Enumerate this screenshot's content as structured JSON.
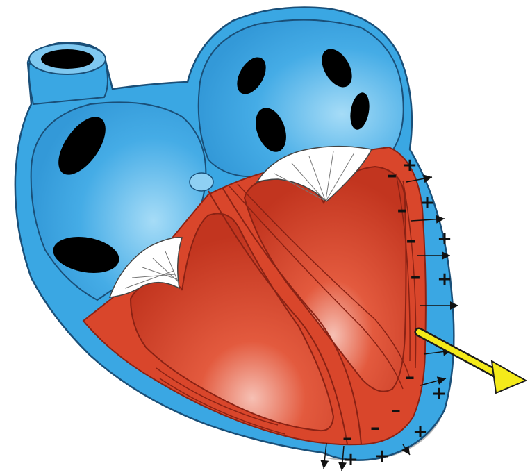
{
  "colors": {
    "atria": "#3aa7e3",
    "atria_light": "#7fc8f0",
    "atria_outline": "#1a4f78",
    "myocardium": "#d9462b",
    "myocardium_dark": "#a9291a",
    "chamber_highlight": "#f3b2a7",
    "valve": "#ffffff",
    "vector_arrow": "#f4ea1a",
    "sign": "#111111",
    "hole": "#000000"
  },
  "icons": {
    "plus": "plus-sign",
    "minus": "minus-sign",
    "arrow": "field-vector-arrow"
  },
  "depolarization": {
    "positive_sign": "+",
    "negative_sign": "–"
  }
}
